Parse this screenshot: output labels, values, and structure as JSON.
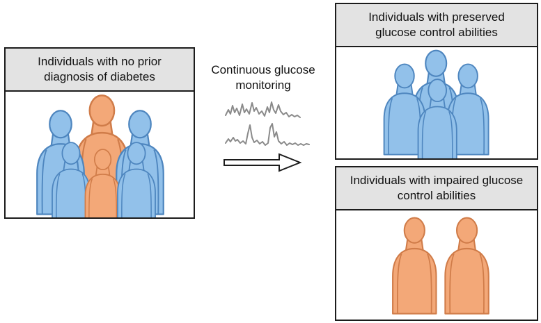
{
  "colors": {
    "blue": "#92C1EA",
    "blue_stroke": "#4E86BF",
    "orange": "#F3A878",
    "orange_stroke": "#D07C49",
    "header_bg": "#E3E3E3",
    "border": "#1C1C1C",
    "trace": "#8A8A8A",
    "text": "#111111"
  },
  "boxes": {
    "source": {
      "title": "Individuals with no prior diagnosis of diabetes"
    },
    "preserved": {
      "title": "Individuals with preserved glucose control abilities"
    },
    "impaired": {
      "title": "Individuals with impaired glucose control abilities"
    }
  },
  "middle": {
    "label": "Continuous glucose monitoring"
  },
  "icons": {
    "cgm_traces": "glucose-trace-lines-icon",
    "arrow": "right-arrow-icon",
    "people_mixed": "people-group-mixed-icon",
    "people_blue": "people-group-blue-icon",
    "people_orange": "people-group-orange-icon"
  }
}
